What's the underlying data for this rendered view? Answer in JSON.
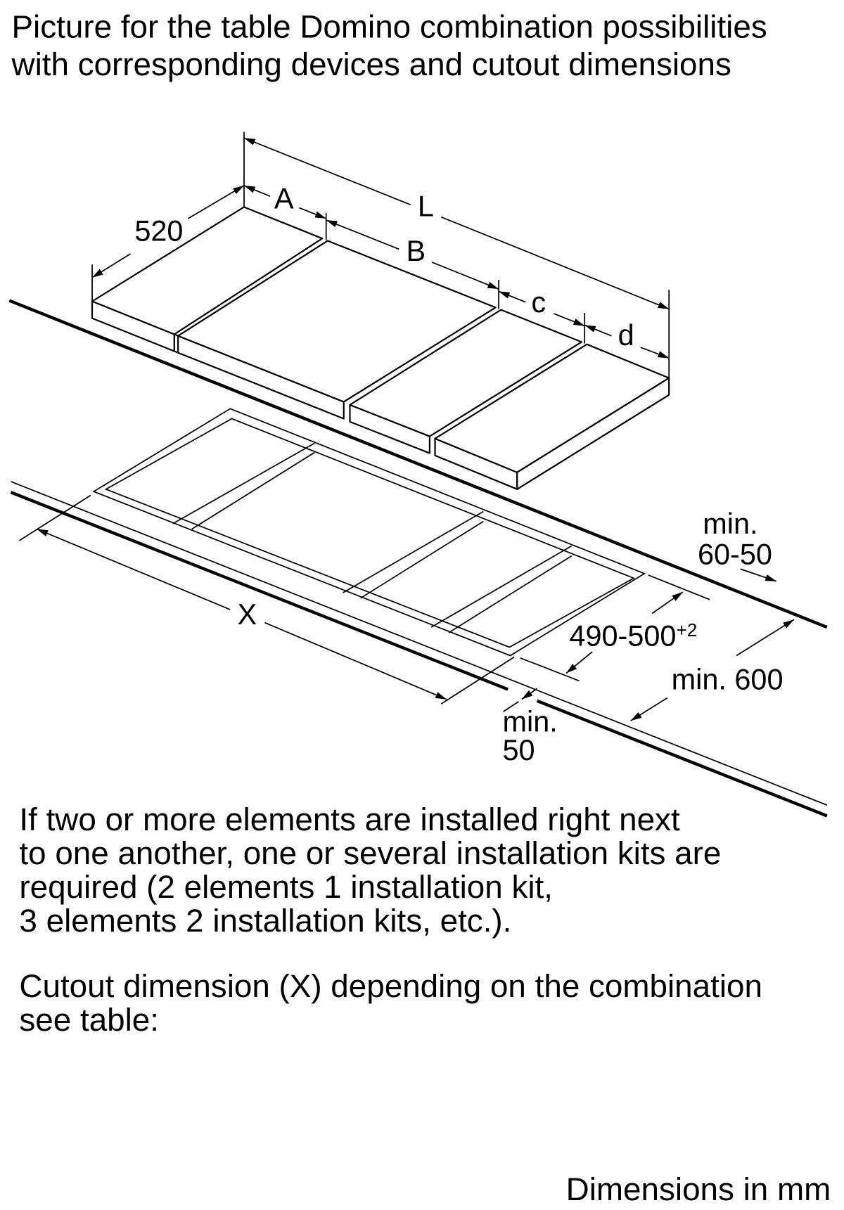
{
  "title": {
    "line1": "Picture for the table Domino combination possibilities",
    "line2": "with corresponding devices and cutout dimensions"
  },
  "diagram": {
    "depth": "520",
    "a": "A",
    "l": "L",
    "b": "B",
    "c": "c",
    "d": "d",
    "counter_min_label": "min.",
    "counter_min_value": "60-50",
    "x": "X",
    "cutout_depth": "490-500",
    "cutout_depth_tolerance": "+2",
    "worktop_depth": "min. 600",
    "front_min_label": "min.",
    "front_min_value": "50"
  },
  "note": {
    "line1": "If two or more elements are installed right next",
    "line2": "to one another, one or several installation kits are",
    "line3": "required (2 elements 1 installation kit,",
    "line4": "3 elements 2 installation kits, etc.)."
  },
  "cutout_note": {
    "line1": "Cutout dimension (X) depending on the combination",
    "line2": "see table:"
  },
  "footer": "Dimensions in mm"
}
